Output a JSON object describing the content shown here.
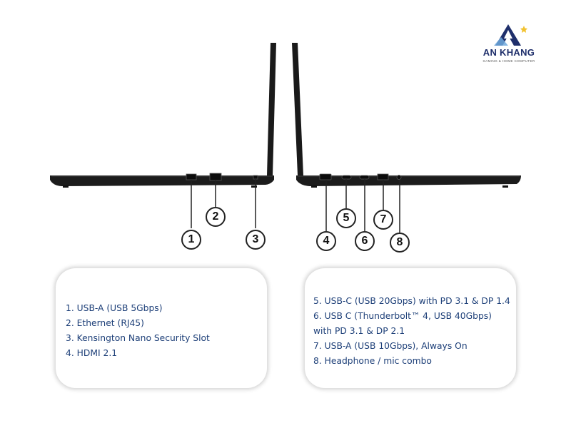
{
  "logo": {
    "name": "AN KHANG",
    "tagline": "GAMING & HOME COMPUTER"
  },
  "callouts": [
    "1",
    "2",
    "3",
    "4",
    "5",
    "6",
    "7",
    "8"
  ],
  "left_panel": {
    "items": [
      "1. USB-A (USB 5Gbps)",
      "2. Ethernet (RJ45)",
      "3. Kensington Nano Security Slot",
      "4. HDMI 2.1"
    ]
  },
  "right_panel": {
    "items": [
      "5. USB-C (USB 20Gbps) with PD 3.1 & DP 1.4",
      "6. USB C (Thunderbolt™ 4, USB 40Gbps)",
      "with PD 3.1 & DP 2.1",
      "7. USB-A (USB 10Gbps), Always On",
      "8. Headphone / mic combo"
    ]
  },
  "colors": {
    "text": "#1d3f78",
    "laptop": "#1a1a1a",
    "logo": "#1f2f6b"
  }
}
